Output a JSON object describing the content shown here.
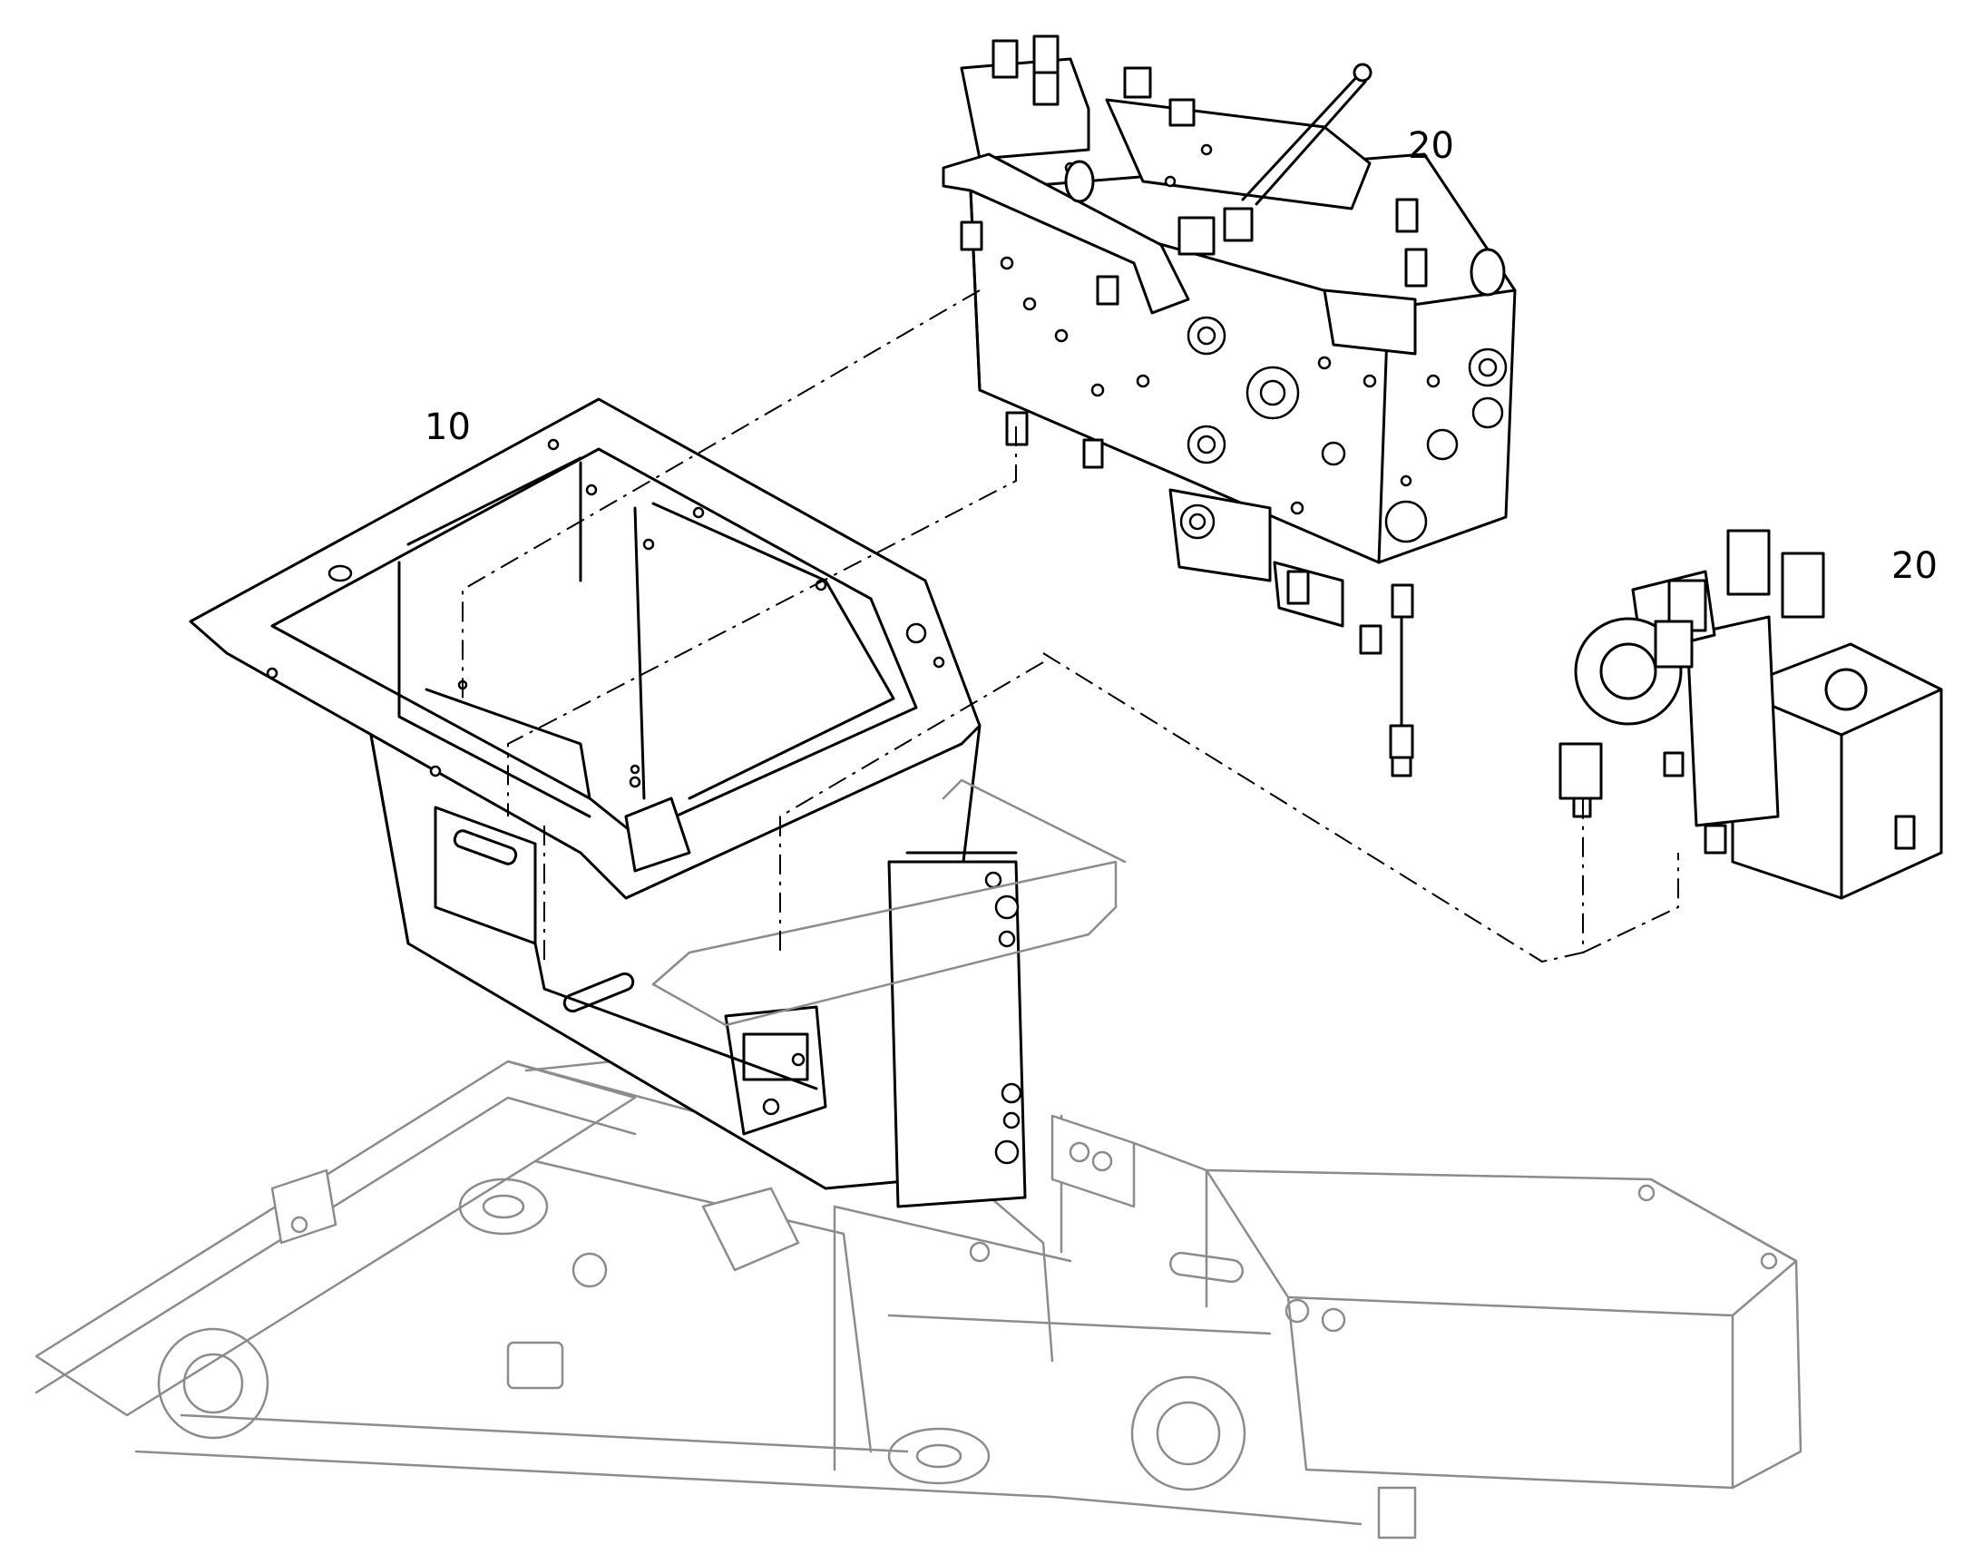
{
  "callouts": {
    "housing": "10",
    "valve_block": "20",
    "valve_tank_unit": "20"
  },
  "colors": {
    "line": "#000000",
    "chassis_line": "#8c8c8c",
    "background": "#ffffff"
  }
}
